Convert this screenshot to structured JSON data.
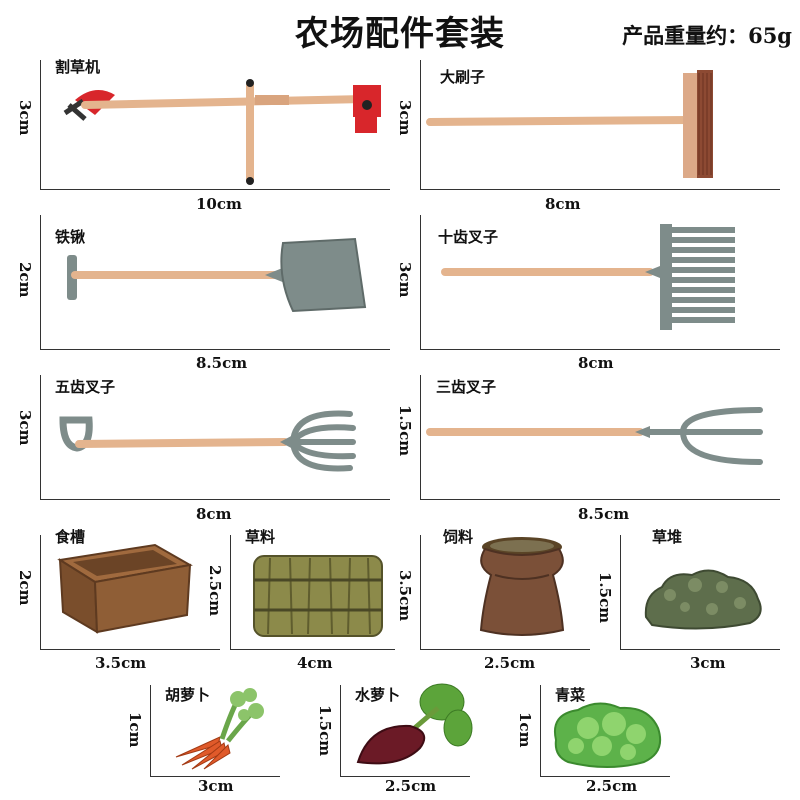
{
  "header": {
    "title": "农场配件套装",
    "weight": "产品重量约：65g"
  },
  "items": [
    {
      "id": "mower",
      "name": "割草机",
      "width": "10cm",
      "height": "3cm"
    },
    {
      "id": "broom",
      "name": "大刷子",
      "width": "8cm",
      "height": "3cm"
    },
    {
      "id": "shovel",
      "name": "铁锹",
      "width": "8.5cm",
      "height": "2cm"
    },
    {
      "id": "ten-fork",
      "name": "十齿叉子",
      "width": "8cm",
      "height": "3cm"
    },
    {
      "id": "five-fork",
      "name": "五齿叉子",
      "width": "8cm",
      "height": "3cm"
    },
    {
      "id": "three-fork",
      "name": "三齿叉子",
      "width": "8.5cm",
      "height": "1.5cm"
    },
    {
      "id": "trough",
      "name": "食槽",
      "width": "3.5cm",
      "height": "2cm"
    },
    {
      "id": "hay",
      "name": "草料",
      "width": "4cm",
      "height": "2.5cm"
    },
    {
      "id": "feed",
      "name": "饲料",
      "width": "2.5cm",
      "height": "3.5cm"
    },
    {
      "id": "haystack",
      "name": "草堆",
      "width": "3cm",
      "height": "1.5cm"
    },
    {
      "id": "carrot",
      "name": "胡萝卜",
      "width": "3cm",
      "height": "1cm"
    },
    {
      "id": "radish",
      "name": "水萝卜",
      "width": "2.5cm",
      "height": "1.5cm"
    },
    {
      "id": "cabbage",
      "name": "青菜",
      "width": "2.5cm",
      "height": "1cm"
    }
  ],
  "colors": {
    "handle": "#e4b48e",
    "metal": "#7e8c8a",
    "wood": "#8a5a32",
    "red": "#d8262b"
  }
}
